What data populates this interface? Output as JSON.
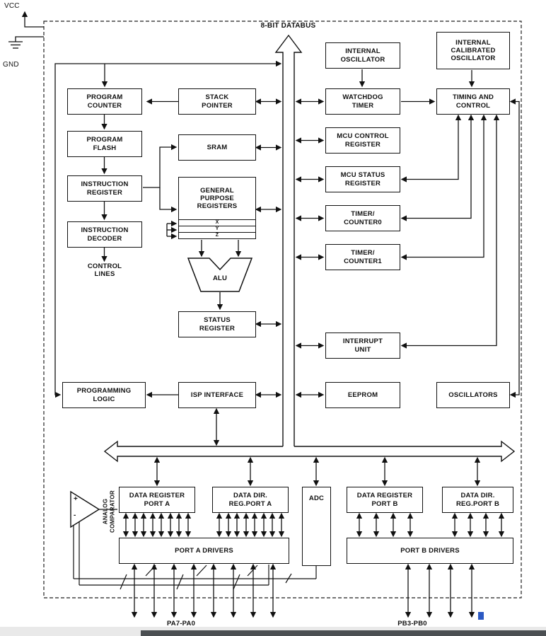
{
  "diagram": {
    "power": {
      "vcc": "VCC",
      "gnd": "GND"
    },
    "bus_label": "8-BIT DATABUS",
    "blocks": {
      "program_counter": "PROGRAM\nCOUNTER",
      "program_flash": "PROGRAM\nFLASH",
      "instruction_register": "INSTRUCTION\nREGISTER",
      "instruction_decoder": "INSTRUCTION\nDECODER",
      "control_lines": "CONTROL\nLINES",
      "programming_logic": "PROGRAMMING\nLOGIC",
      "stack_pointer": "STACK\nPOINTER",
      "sram": "SRAM",
      "gpr": "GENERAL\nPURPOSE\nREGISTERS",
      "gpr_rows": [
        "X",
        "Y",
        "Z"
      ],
      "alu": "ALU",
      "status_register": "STATUS\nREGISTER",
      "isp_interface": "ISP INTERFACE",
      "internal_oscillator": "INTERNAL\nOSCILLATOR",
      "watchdog_timer": "WATCHDOG\nTIMER",
      "mcu_control_register": "MCU CONTROL\nREGISTER",
      "mcu_status_register": "MCU STATUS\nREGISTER",
      "timer_counter0": "TIMER/\nCOUNTER0",
      "timer_counter1": "TIMER/\nCOUNTER1",
      "interrupt_unit": "INTERRUPT\nUNIT",
      "eeprom": "EEPROM",
      "internal_calibrated_oscillator": "INTERNAL\nCALIBRATED\nOSCILLATOR",
      "timing_and_control": "TIMING AND\nCONTROL",
      "oscillators": "OSCILLATORS",
      "analog_comparator": "ANALOG\nCOMPARATOR",
      "comparator_plus": "+",
      "comparator_minus": "-",
      "adc": "ADC",
      "data_register_port_a": "DATA REGISTER\nPORT A",
      "data_dir_reg_port_a": "DATA DIR.\nREG.PORT A",
      "port_a_drivers": "PORT A DRIVERS",
      "data_register_port_b": "DATA REGISTER\nPORT B",
      "data_dir_reg_port_b": "DATA DIR.\nREG.PORT B",
      "port_b_drivers": "PORT B DRIVERS"
    },
    "pins": {
      "port_a": "PA7-PA0",
      "port_b": "PB3-PB0"
    }
  }
}
